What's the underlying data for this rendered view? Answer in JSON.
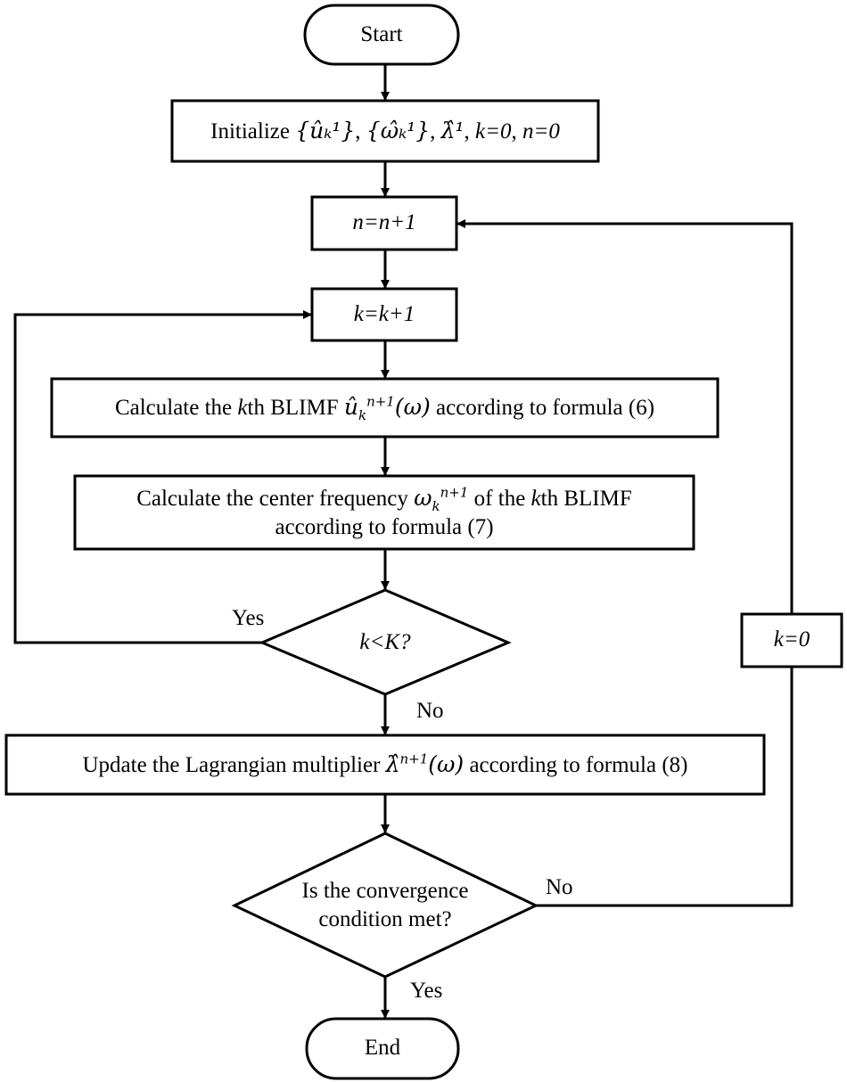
{
  "nodes": {
    "start": "Start",
    "init": {
      "prefix": "Initialize",
      "u": "{ûₖ¹}",
      "w": "{ω̂ₖ¹}",
      "lam": "λ̂¹",
      "k0": "k=0",
      "n0": "n=0"
    },
    "n_inc": "n=n+1",
    "k_inc": "k=k+1",
    "calc_u": {
      "pre": "Calculate the",
      "k": "k",
      "mid": "th BLIMF",
      "sym": "û",
      "sub": "k",
      "sup": "n+1",
      "arg": "(ω)",
      "post": "according to formula (6)"
    },
    "calc_w": {
      "line1_pre": "Calculate the center frequency",
      "sym": "ω",
      "sub": "k",
      "sup": "n+1",
      "line1_post": "of the",
      "k": "k",
      "line1_end": "th BLIMF",
      "line2": "according to formula (7)"
    },
    "decision_k": "k<K?",
    "update": {
      "pre": "Update the Lagrangian multiplier",
      "sym": "λ̂",
      "sup": "n+1",
      "arg": "(ω)",
      "post": "according to formula (8)"
    },
    "decision_conv": {
      "line1": "Is the convergence",
      "line2": "condition met?"
    },
    "k_reset": "k=0",
    "end": "End"
  },
  "edge_labels": {
    "yes_loop": "Yes",
    "no_down": "No",
    "no_loop": "No",
    "yes_end": "Yes"
  }
}
